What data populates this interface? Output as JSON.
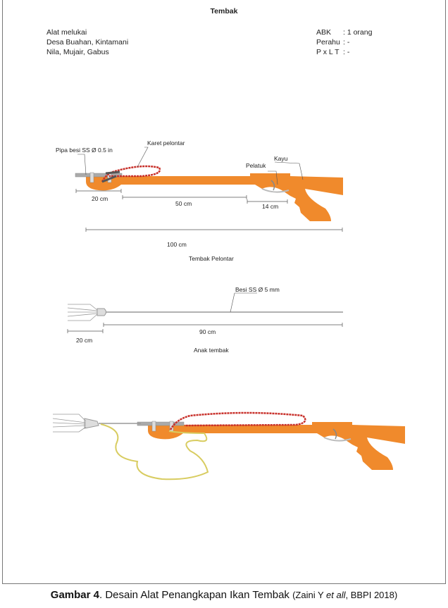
{
  "title": "Tembak",
  "info_left": [
    "Alat melukai",
    "Desa Buahan, Kintamani",
    "Nila, Mujair, Gabus"
  ],
  "info_right": [
    {
      "label": "ABK",
      "value": ": 1 orang"
    },
    {
      "label": "Perahu",
      "value": ": -"
    },
    {
      "label": "P x L T",
      "value": ": -"
    }
  ],
  "gun": {
    "labels": {
      "pipe": "Pipa besi SS Ø 0.5 in",
      "rubber": "Karet pelontar",
      "trigger": "Pelatuk",
      "wood": "Kayu"
    },
    "dims": [
      "20 cm",
      "50 cm",
      "14 cm",
      "100 cm"
    ],
    "caption": "Tembak Pelontar"
  },
  "spear": {
    "label": "Besi SS Ø 5 mm",
    "dims": [
      "20 cm",
      "90 cm"
    ],
    "caption": "Anak tembak"
  },
  "colors": {
    "wood": "#f08a2c",
    "rubber": "#c8302a",
    "line": "#d8cc60"
  },
  "figure_caption": {
    "prefix": "Gambar 4",
    "text": ". Desain Alat Penangkapan Ikan Tembak ",
    "source_a": "(Zaini Y ",
    "source_italic": "et all",
    "source_b": ", BBPI 2018)"
  }
}
